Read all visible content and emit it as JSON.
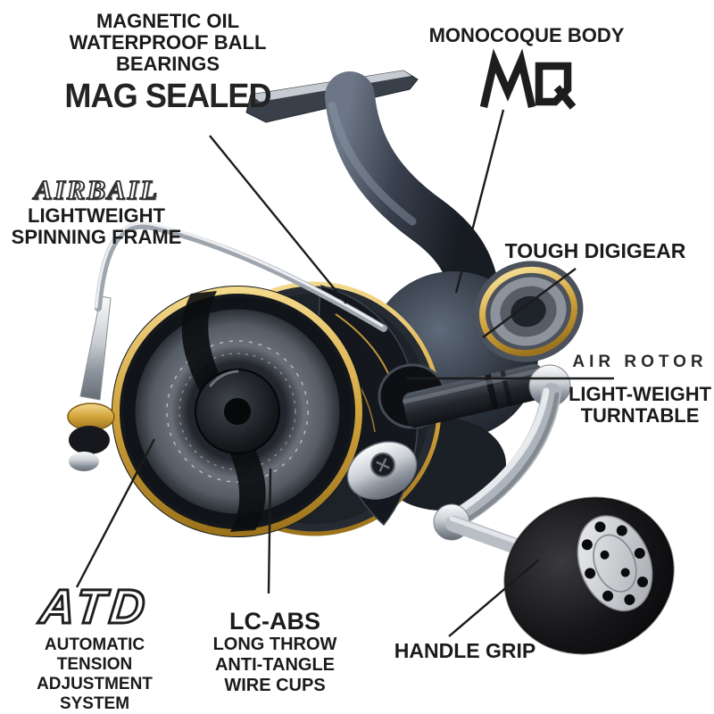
{
  "page": {
    "background": "#ffffff",
    "description": "Spinning fishing reel feature diagram"
  },
  "colors": {
    "text": "#1b1b1b",
    "leader_line": "#1b1b1b",
    "gold_accent": "#d2a43c",
    "body_gunmetal": "#2e3540",
    "silver": "#c9cdd3",
    "knob_black": "#0a0a0c"
  },
  "callouts": {
    "mag_sealed": {
      "title_lines": [
        "MAGNETIC OIL",
        "WATERPROOF BALL",
        "BEARINGS"
      ],
      "logo_text": "MAG SEALED"
    },
    "monocoque": {
      "title": "MONOCOQUE BODY",
      "logo_text": "MQ"
    },
    "air_bail": {
      "logo_text": "AIRBAIL",
      "lines": [
        "LIGHTWEIGHT",
        "SPINNING FRAME"
      ]
    },
    "tough_digigear": {
      "title": "TOUGH DIGIGEAR"
    },
    "air_rotor": {
      "title": "AIR ROTOR",
      "lines": [
        "LIGHT-WEIGHT",
        "TURNTABLE"
      ]
    },
    "atd": {
      "logo_text": "ATD",
      "lines": [
        "AUTOMATIC TENSION",
        "ADJUSTMENT SYSTEM"
      ]
    },
    "lc_abs": {
      "logo_text": "LC-ABS",
      "lines": [
        "LONG THROW",
        "ANTI-TANGLE",
        "WIRE CUPS"
      ]
    },
    "handle_grip": {
      "title": "HANDLE GRIP"
    }
  }
}
